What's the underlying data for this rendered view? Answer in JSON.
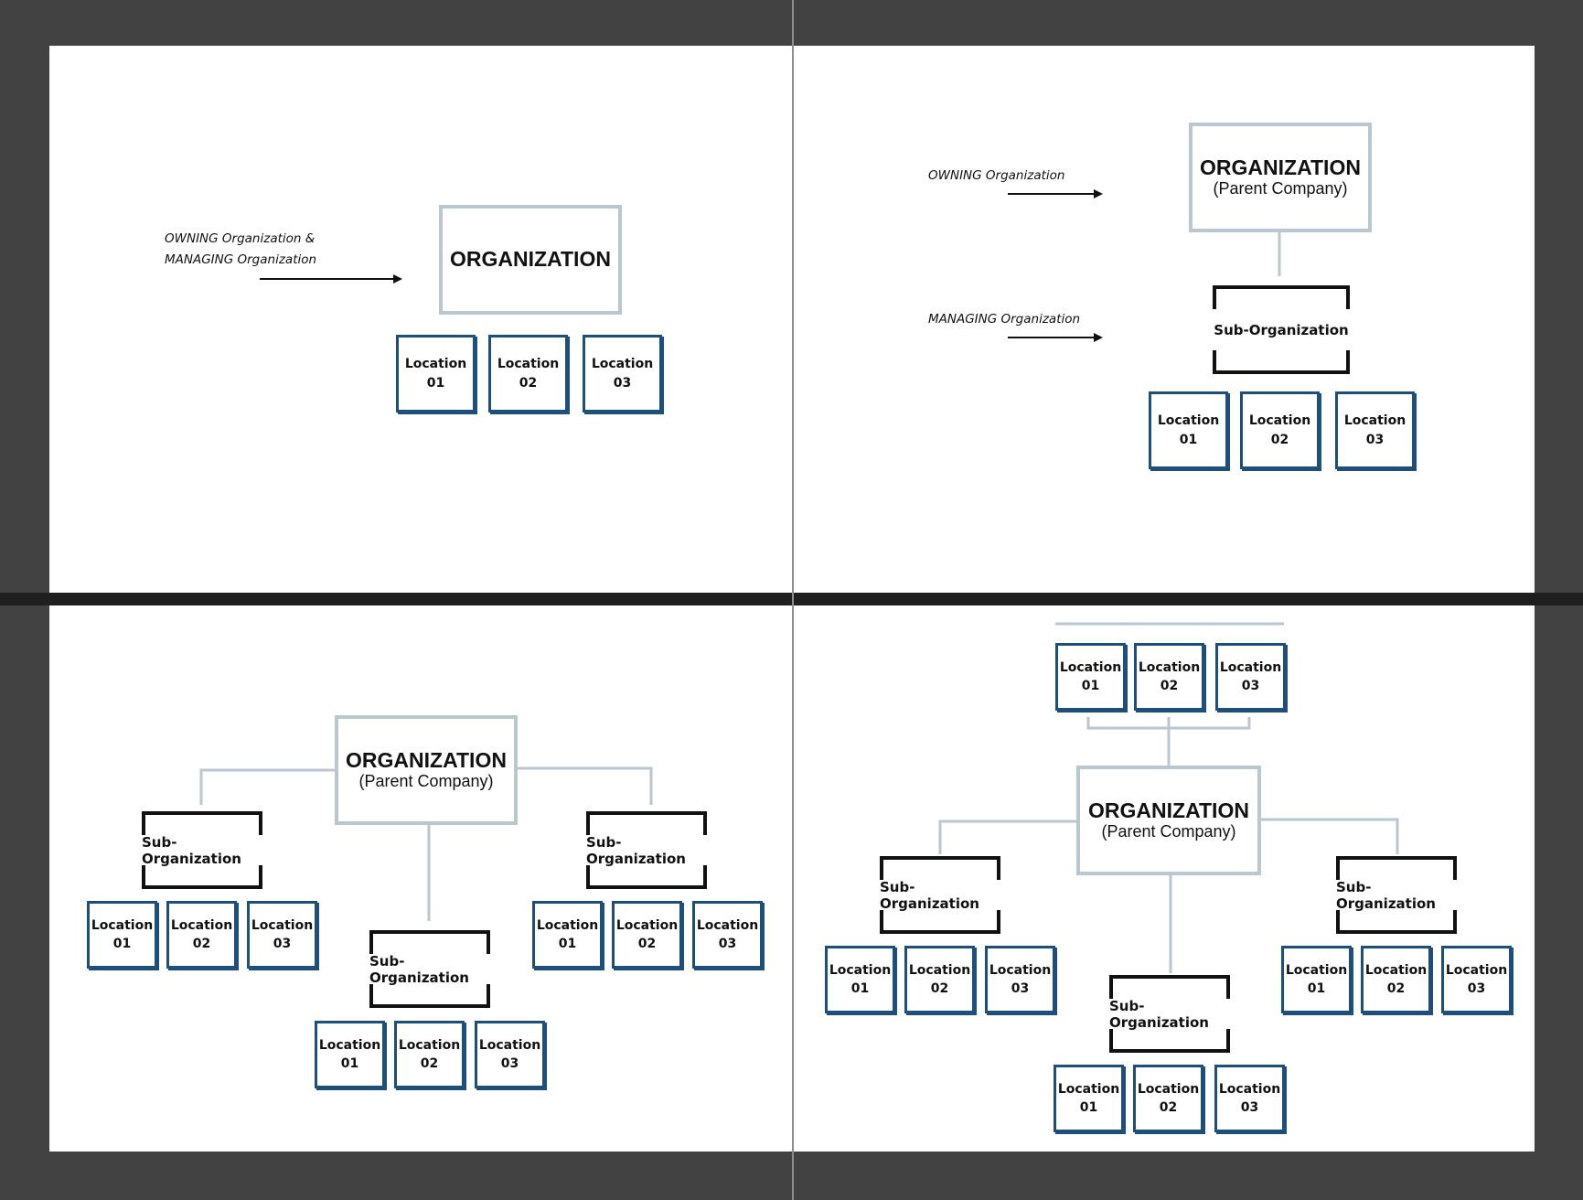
{
  "organization_label": "ORGANIZATION",
  "parent_company_label": "(Parent Company)",
  "sub_organization_label": "Sub-Organization",
  "location_word": "Location",
  "location_numbers": [
    "01",
    "02",
    "03"
  ],
  "notes": {
    "owning_and_managing_line1": "OWNING Organization &",
    "owning_and_managing_line2": "MANAGING Organization",
    "owning": "OWNING Organization",
    "managing": "MANAGING Organization"
  },
  "colors": {
    "organization_border": "#b9c7d0",
    "location_border": "#1d4f7c",
    "bracket": "#111111",
    "connector": "#b9c7d0"
  }
}
